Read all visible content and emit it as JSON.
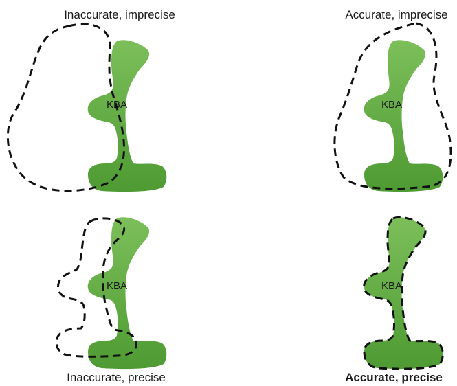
{
  "panels": [
    {
      "id": "inaccurate-imprecise",
      "title": "Inaccurate, impreciseASD",
      "kba_label": "KBA",
      "title_bold": false
    },
    {
      "id": "accurate-imprecise",
      "title": "Accurate, imprecise",
      "kba_label": "KBA",
      "title_bold": false
    },
    {
      "id": "inaccurate-precise",
      "title": "Inaccurate, precise",
      "kba_label": "KBA",
      "title_bold": false
    },
    {
      "id": "accurate-precise",
      "title": "Accurate, precise",
      "kba_label": "KBA",
      "title_bold": true
    }
  ],
  "colors": {
    "kba_fill_dark": "#4e9a33",
    "kba_fill_light": "#7cbf5a",
    "outline": "#111111",
    "text": "#1a1a1a"
  }
}
